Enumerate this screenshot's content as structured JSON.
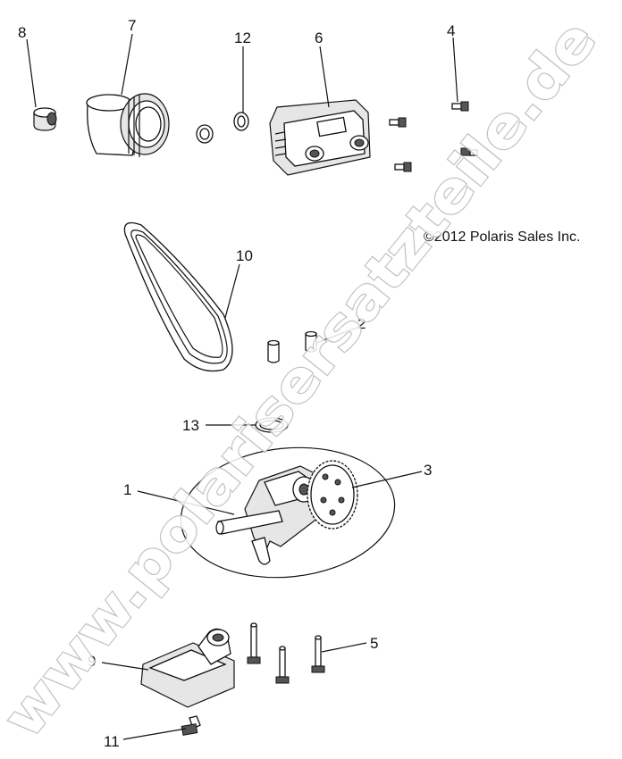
{
  "diagram": {
    "copyright": "©2012 Polaris Sales Inc.",
    "watermark": "www.polarisersatzteile.de",
    "callouts": {
      "c1": "1",
      "c2": "2",
      "c3": "3",
      "c4": "4",
      "c5": "5",
      "c6": "6",
      "c7": "7",
      "c8": "8",
      "c9": "9",
      "c10": "10",
      "c11": "11",
      "c12": "12",
      "c13": "13"
    }
  }
}
